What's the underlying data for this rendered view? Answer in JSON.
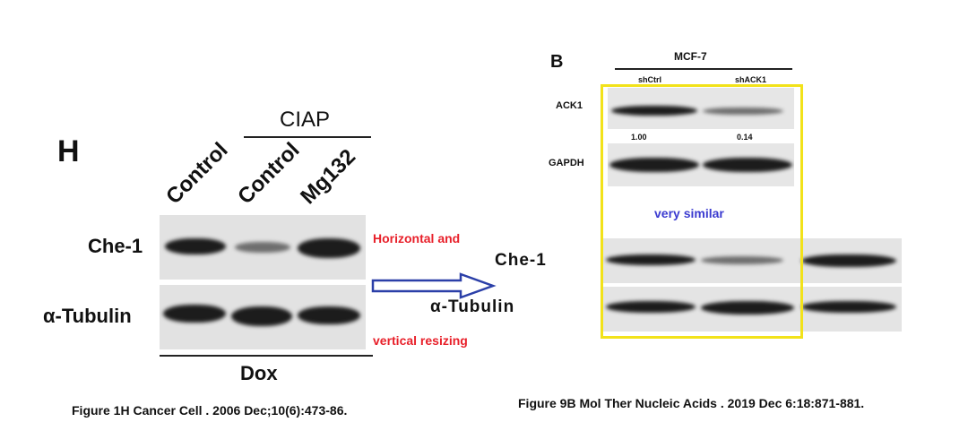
{
  "left": {
    "panel_letter": "H",
    "group_label": "CIAP",
    "lane_labels": [
      "Control",
      "Control",
      "Mg132"
    ],
    "rows": [
      "Che-1",
      "α-Tubulin"
    ],
    "bottom_label": "Dox",
    "caption": "Figure 1H Cancer Cell . 2006 Dec;10(6):473-86."
  },
  "middle": {
    "note_top": "Horizontal and",
    "note_bottom": "vertical resizing",
    "note_color": "#e8202a",
    "arrow_color": "#2b3fa8"
  },
  "right": {
    "panel_letter": "B",
    "cell_line": "MCF-7",
    "lane_labels": [
      "shCtrl",
      "shACK1"
    ],
    "rows_top": [
      "ACK1",
      "GAPDH"
    ],
    "quant": [
      "1.00",
      "0.14"
    ],
    "similar_note": "very similar",
    "similar_color": "#3b3bd0",
    "rows_bottom": [
      "Che-1",
      "α-Tubulin"
    ],
    "highlight_color": "#f2e21a",
    "caption": "Figure 9B Mol Ther Nucleic Acids . 2019 Dec 6:18:871-881."
  }
}
